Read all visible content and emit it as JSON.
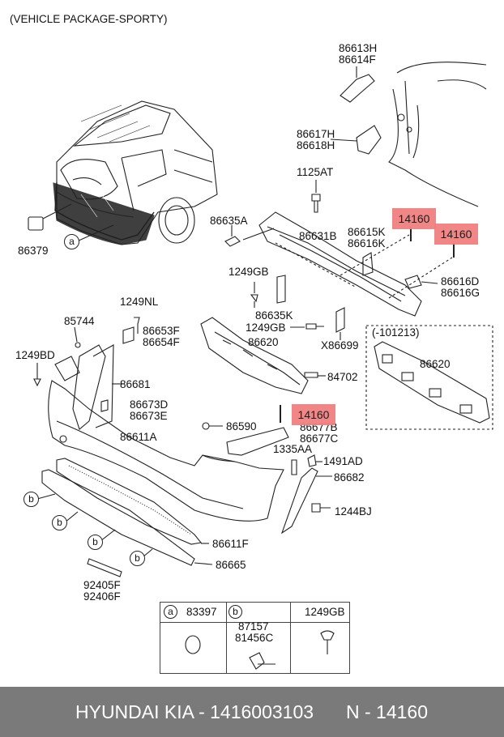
{
  "header": {
    "title": "(VEHICLE PACKAGE-SPORTY)"
  },
  "labels": {
    "p86613h": "86613H",
    "p86614f": "86614F",
    "p86617h": "86617H",
    "p86618h": "86618H",
    "p1125at": "1125AT",
    "p86635a": "86635A",
    "p86379": "86379",
    "p86631b": "86631B",
    "p86615k": "86615K",
    "p86616k": "86616K",
    "p86616d": "86616D",
    "p86616g": "86616G",
    "p1249gb_a": "1249GB",
    "p86635k": "86635K",
    "p1249gb_b": "1249GB",
    "p1249nl": "1249NL",
    "p85744": "85744",
    "p86653f": "86653F",
    "p86654f": "86654F",
    "p1249bd": "1249BD",
    "p86620": "86620",
    "px86699": "X86699",
    "p86681": "86681",
    "p84702": "84702",
    "p86673d": "86673D",
    "p86673e": "86673E",
    "p86590": "86590",
    "p86677b": "86677B",
    "p86677c": "86677C",
    "p86611a": "86611A",
    "p1335aa": "1335AA",
    "p1491ad": "1491AD",
    "p86682": "86682",
    "p1244bj": "1244BJ",
    "p86611f": "86611F",
    "p86665": "86665",
    "p92405f": "92405F",
    "p92406f": "92406F",
    "inset_title": "(-101213)",
    "inset_part": "86620"
  },
  "highlights": {
    "h1": "14160",
    "h2": "14160",
    "h3": "14160"
  },
  "callouts": {
    "a": "a",
    "b": "b"
  },
  "table": {
    "col_a_letter": "a",
    "col_a_part": "83397",
    "col_b_letter": "b",
    "col_b_part1": "87157",
    "col_b_part2": "81456C",
    "col_c_part": "1249GB"
  },
  "footer": {
    "brand": "HYUNDAI  KIA - 1416003103",
    "ref": "N - 14160"
  }
}
